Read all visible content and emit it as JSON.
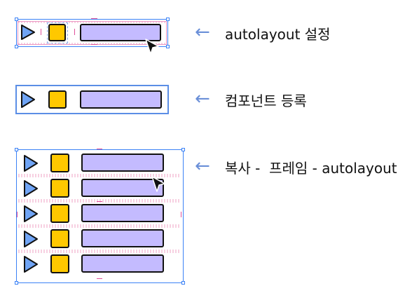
{
  "rows": [
    {
      "id": "autolayout",
      "label": "autolayout 설정"
    },
    {
      "id": "component",
      "label": "컴포넌트 등록"
    },
    {
      "id": "copy",
      "label": "복사 -  프레임 - autolayout"
    }
  ],
  "arrow_glyph": "←",
  "colors": {
    "selection": "#3B82F6",
    "frame_border": "#5B8EE6",
    "play_fill": "#6FA4F5",
    "square_fill": "#FFC800",
    "bar_fill": "#C4BBFF",
    "padding_pink": "#E0509A",
    "arrow": "#6A8FD8"
  },
  "icons": [
    "play-triangle-icon",
    "yellow-square-icon",
    "purple-bar-icon",
    "cursor-icon",
    "arrow-left-icon"
  ],
  "copy_item_count": 5
}
